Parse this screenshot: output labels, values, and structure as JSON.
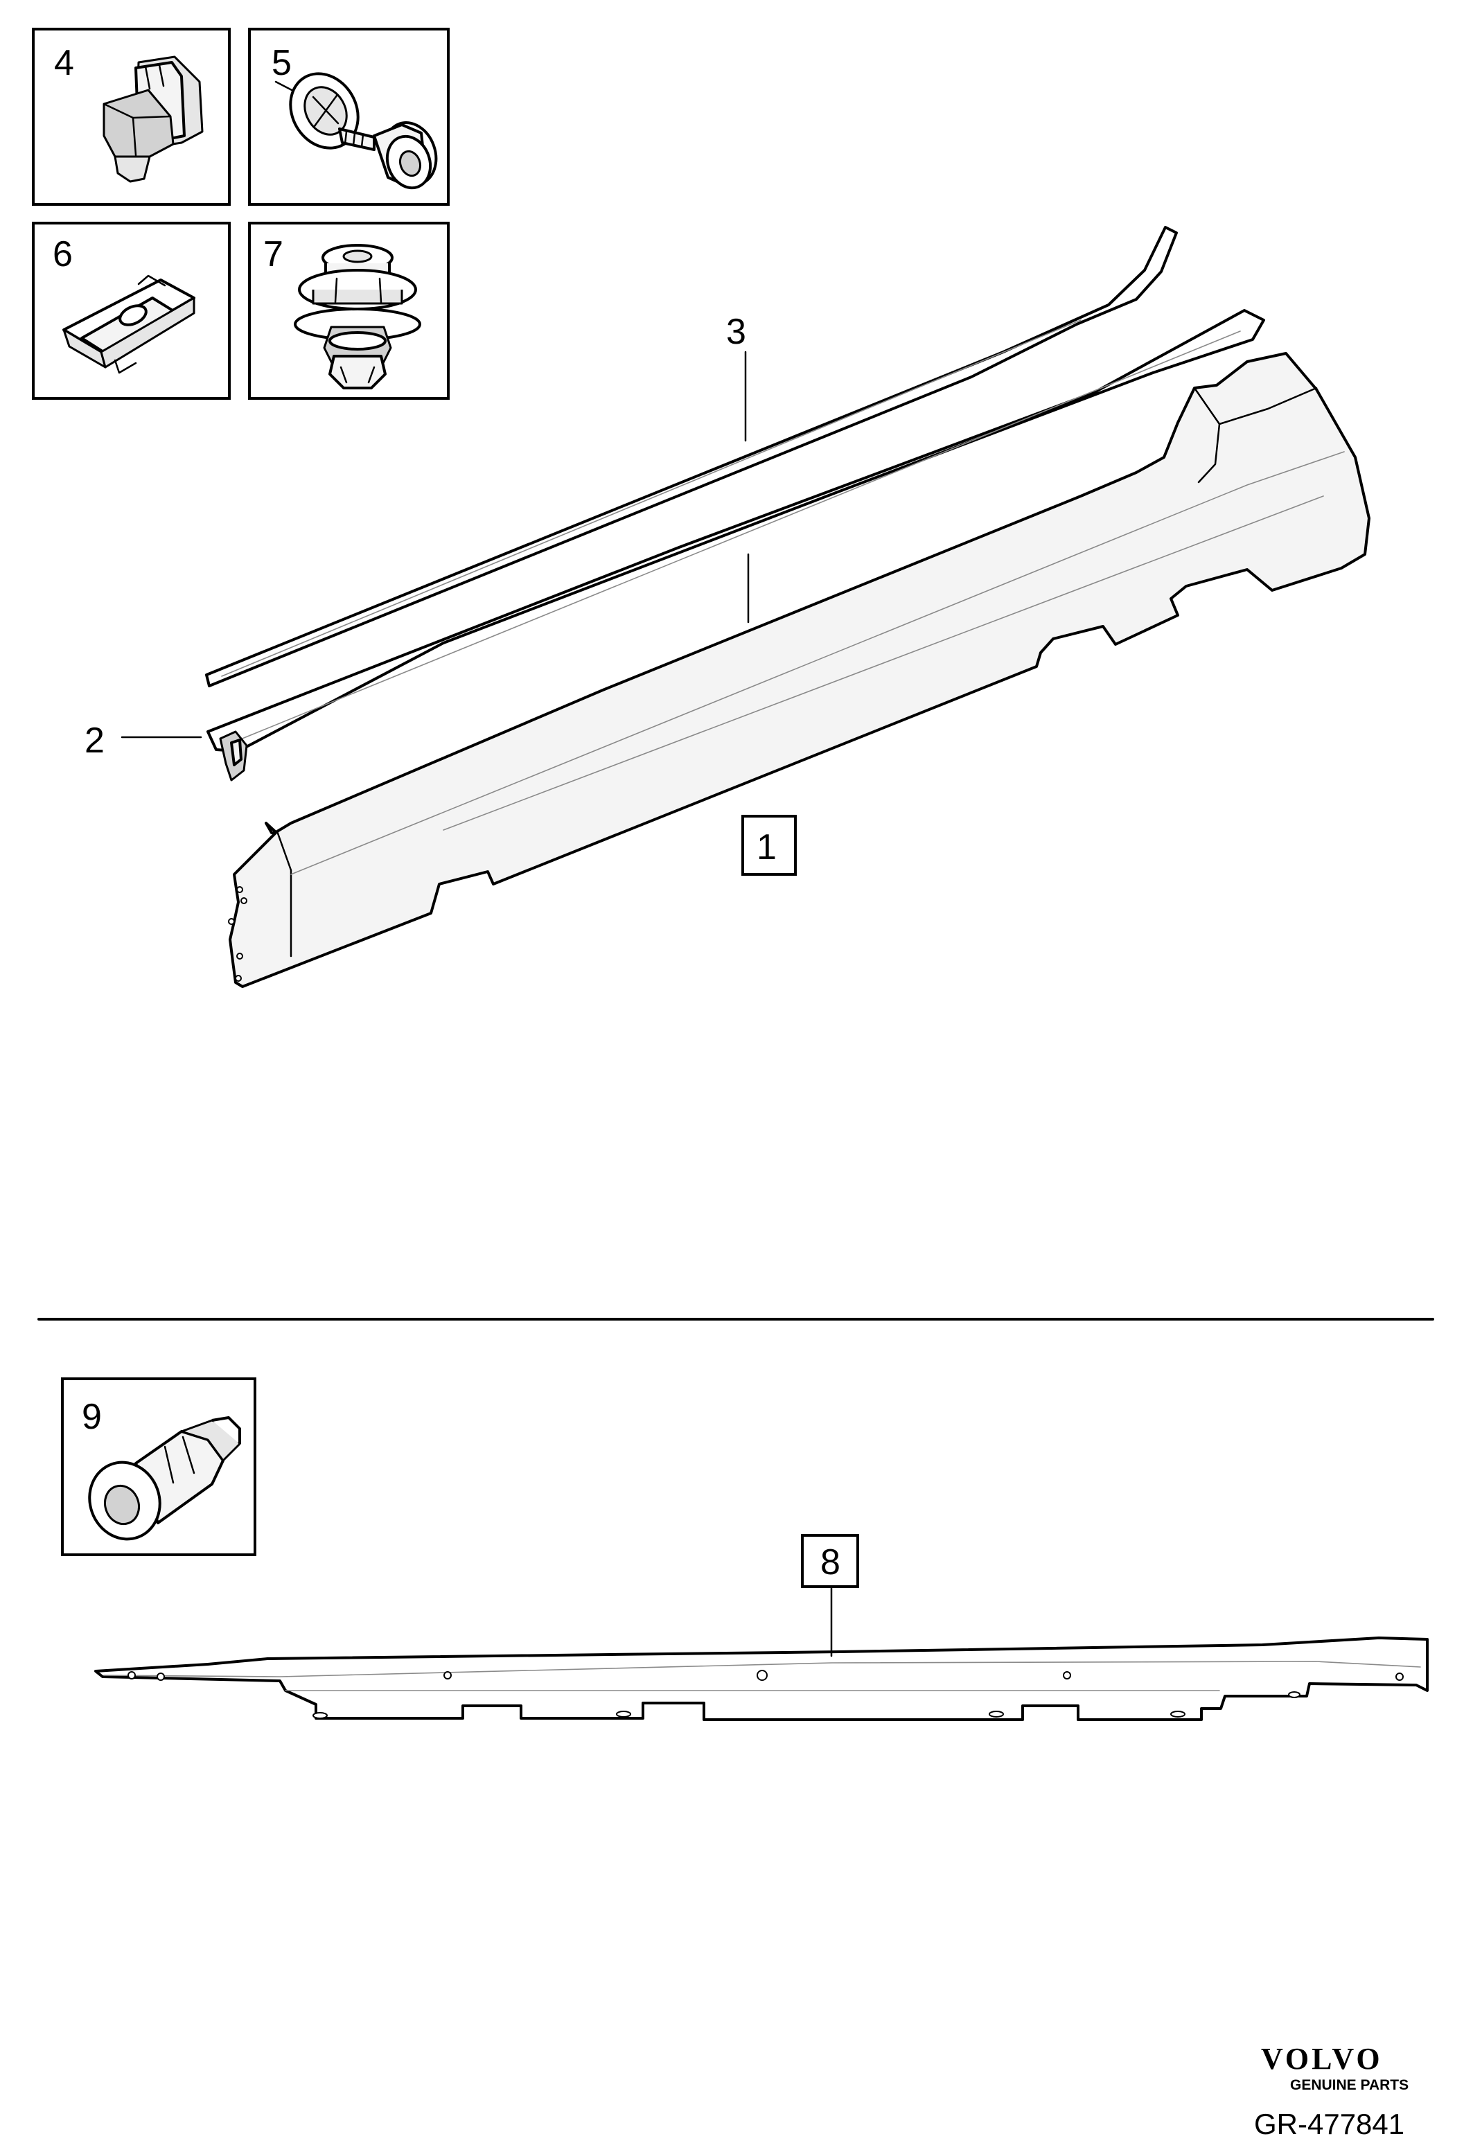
{
  "callouts": {
    "c1": "1",
    "c2": "2",
    "c3": "3",
    "c4": "4",
    "c5": "5",
    "c6": "6",
    "c7": "7",
    "c8": "8",
    "c9": "9"
  },
  "footer": {
    "brand": "VOLVO",
    "tagline": "GENUINE PARTS",
    "reference": "GR-477841"
  }
}
